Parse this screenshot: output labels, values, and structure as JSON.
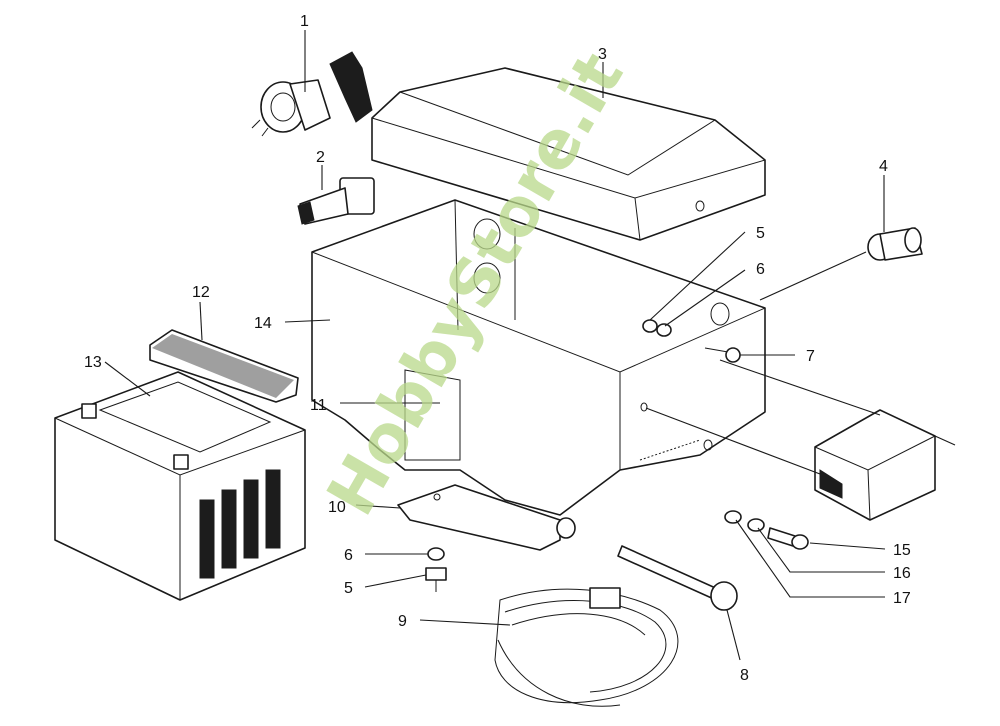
{
  "watermark": "HobbyStore.it",
  "callouts": [
    {
      "id": "c1",
      "label": "1"
    },
    {
      "id": "c2",
      "label": "2"
    },
    {
      "id": "c3",
      "label": "3"
    },
    {
      "id": "c4",
      "label": "4"
    },
    {
      "id": "c5a",
      "label": "5"
    },
    {
      "id": "c6a",
      "label": "6"
    },
    {
      "id": "c7",
      "label": "7"
    },
    {
      "id": "c8",
      "label": "8"
    },
    {
      "id": "c9",
      "label": "9"
    },
    {
      "id": "c10",
      "label": "10"
    },
    {
      "id": "c11",
      "label": "11"
    },
    {
      "id": "c12",
      "label": "12"
    },
    {
      "id": "c13",
      "label": "13"
    },
    {
      "id": "c14",
      "label": "14"
    },
    {
      "id": "c15",
      "label": "15"
    },
    {
      "id": "c16",
      "label": "16"
    },
    {
      "id": "c17",
      "label": "17"
    },
    {
      "id": "c6b",
      "label": "6"
    },
    {
      "id": "c5b",
      "label": "5"
    }
  ]
}
